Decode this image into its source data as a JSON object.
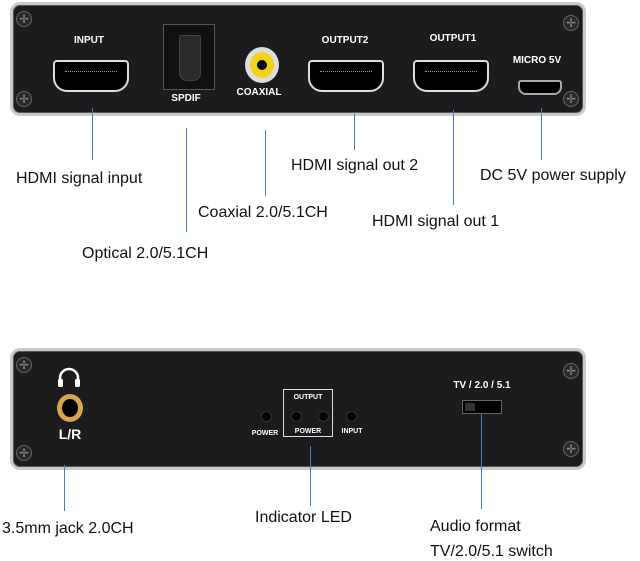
{
  "top_panel": {
    "port_labels": {
      "input": "INPUT",
      "spdif": "SPDIF",
      "coaxial": "COAXIAL",
      "output2": "OUTPUT2",
      "output1": "OUTPUT1",
      "micro": "MICRO 5V"
    },
    "captions": {
      "hdmi_in": "HDMI signal input",
      "optical": "Optical 2.0/5.1CH",
      "coaxial": "Coaxial 2.0/5.1CH",
      "out2": "HDMI signal out 2",
      "out1": "HDMI signal out 1",
      "dc": "DC 5V power supply"
    }
  },
  "bottom_panel": {
    "port_labels": {
      "lr": "L/R",
      "power1": "POWER",
      "output": "OUTPUT",
      "power2": "POWER",
      "input": "INPUT",
      "switch": "TV / 2.0 / 5.1"
    },
    "captions": {
      "jack": "3.5mm jack 2.0CH",
      "led": "Indicator LED",
      "audio_line1": "Audio format",
      "audio_line2": "TV/2.0/5.1 switch"
    }
  },
  "colors": {
    "panel": "#1c1c1e",
    "callout_line": "#3d7fc1",
    "coax_center": "#f2d21b"
  }
}
